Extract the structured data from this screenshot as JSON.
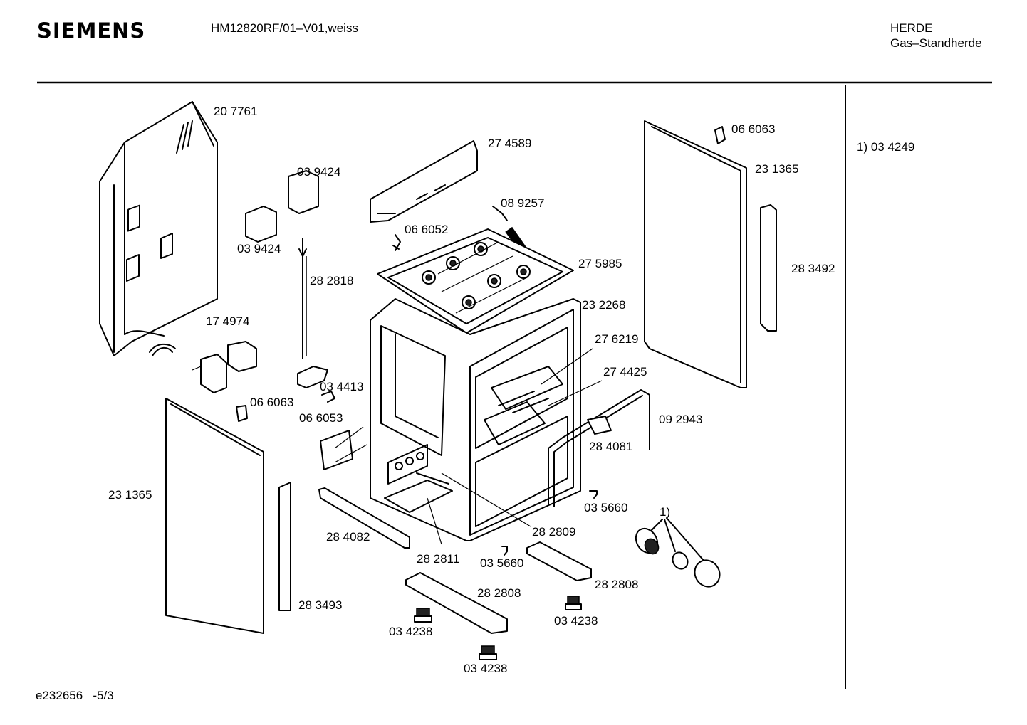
{
  "header": {
    "brand": "SIEMENS",
    "model": "HM12820RF/01–V01,weiss",
    "category": "HERDE",
    "subcategory": "Gas–Standherde"
  },
  "footer": {
    "document_id": "e232656",
    "page": "-5/3"
  },
  "note": "1) 03 4249",
  "parts": [
    {
      "id": "part-207761-back-panel",
      "label": "20 7761"
    },
    {
      "id": "part-274589-rear-rail",
      "label": "27 4589"
    },
    {
      "id": "part-039424-bracket-right",
      "label": "03 9424"
    },
    {
      "id": "part-039424-bracket-left",
      "label": "03 9424"
    },
    {
      "id": "part-066052-clip",
      "label": "06 6052"
    },
    {
      "id": "part-089257-spring",
      "label": "08 9257"
    },
    {
      "id": "part-282818-rod",
      "label": "28 2818"
    },
    {
      "id": "part-275985-hob-tray",
      "label": "27 5985"
    },
    {
      "id": "part-232268-oven-frame",
      "label": "23 2268"
    },
    {
      "id": "part-276219-burner-plate",
      "label": "27 6219"
    },
    {
      "id": "part-274425-burner-tube",
      "label": "27 4425"
    },
    {
      "id": "part-174974-block",
      "label": "17 4974"
    },
    {
      "id": "part-034413-holder",
      "label": "03 4413"
    },
    {
      "id": "part-066063-clip-left",
      "label": "06 6063"
    },
    {
      "id": "part-066053-clip",
      "label": "06 6053"
    },
    {
      "id": "part-092943-handle",
      "label": "09 2943"
    },
    {
      "id": "part-284081-bracket",
      "label": "28 4081"
    },
    {
      "id": "part-035660-screw-right",
      "label": "03 5660"
    },
    {
      "id": "part-231365-side-left",
      "label": "23 1365"
    },
    {
      "id": "part-284082-rail",
      "label": "28 4082"
    },
    {
      "id": "part-282811-panel",
      "label": "28 2811"
    },
    {
      "id": "part-282809-bar",
      "label": "28 2809"
    },
    {
      "id": "part-035660-screw-bottom",
      "label": "03 5660"
    },
    {
      "id": "part-283493-strip-left",
      "label": "28 3493"
    },
    {
      "id": "part-282808-foot-rail-left",
      "label": "28 2808"
    },
    {
      "id": "part-282808-foot-rail-right",
      "label": "28 2808"
    },
    {
      "id": "part-034238-foot-left",
      "label": "03 4238"
    },
    {
      "id": "part-034238-foot-right",
      "label": "03 4238"
    },
    {
      "id": "part-034238-foot-bottom",
      "label": "03 4238"
    },
    {
      "id": "part-066063-clip-right",
      "label": "06 6063"
    },
    {
      "id": "part-231365-side-right",
      "label": "23 1365"
    },
    {
      "id": "part-283492-strip-right",
      "label": "28 3492"
    },
    {
      "id": "part-knob-group",
      "label": "1)"
    }
  ]
}
